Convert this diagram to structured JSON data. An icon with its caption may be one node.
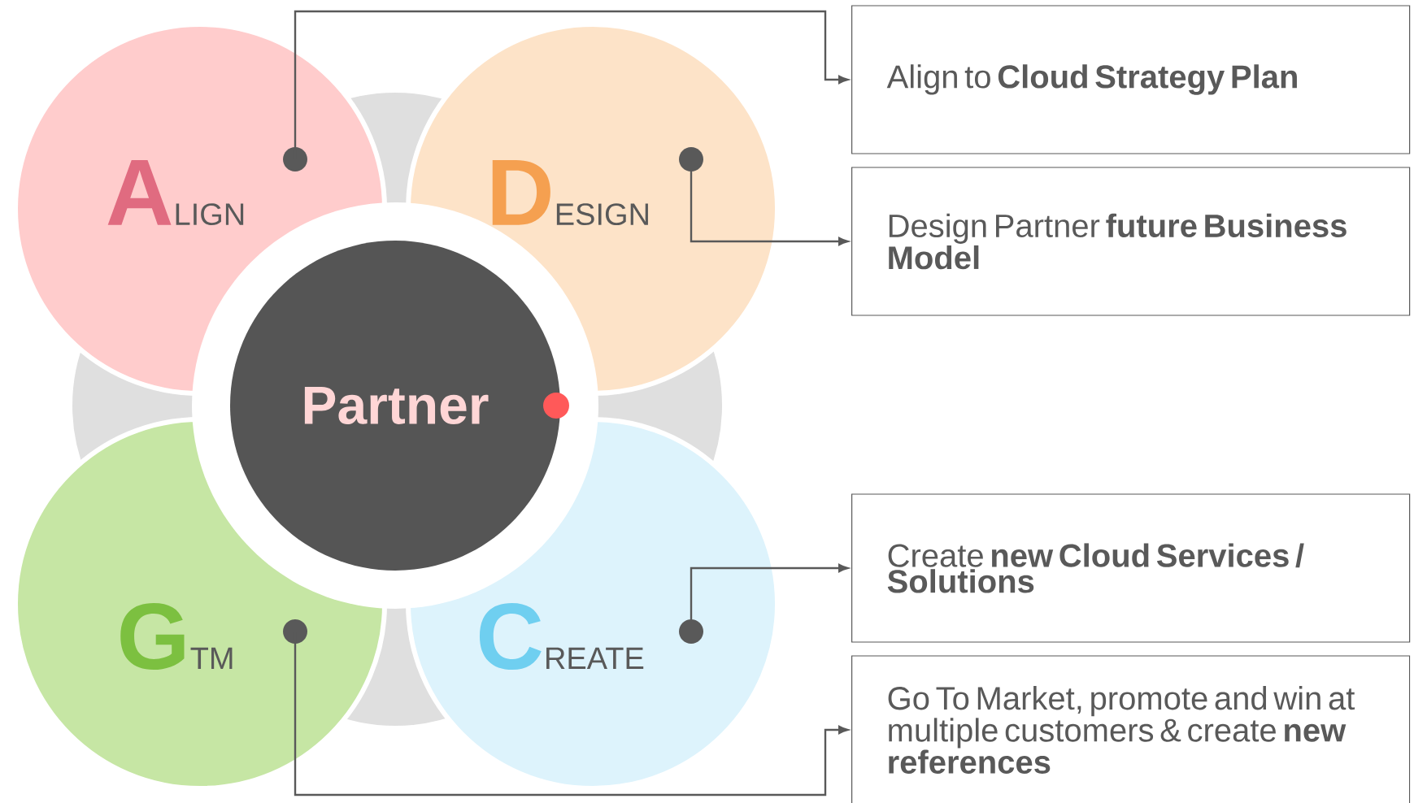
{
  "diagram": {
    "nodes": [
      {
        "text": [
          "A",
          "LIGN"
        ]
      },
      {
        "text": [
          "D",
          "ESIGN"
        ]
      },
      {
        "text": [
          "G",
          "TM"
        ]
      },
      {
        "text": [
          "C",
          "REATE"
        ]
      },
      {
        "text": [
          "Partner"
        ]
      },
      {
        "text": [
          "Align to **Cloud Strategy Plan**"
        ]
      },
      {
        "text": [
          "Design Partner **future Business Model**"
        ]
      },
      {
        "text": [
          "Create **new Cloud Services / Solutions**"
        ]
      },
      {
        "text": [
          "Go To Market, promote and win at multiple customers & create **new references**"
        ]
      }
    ],
    "edges": [
      {
        "from": 0,
        "to": 5,
        "arrow": "to"
      },
      {
        "from": 1,
        "to": 6,
        "arrow": "to"
      },
      {
        "from": 3,
        "to": 7,
        "arrow": "to"
      },
      {
        "from": 2,
        "to": 8,
        "arrow": "to"
      }
    ]
  }
}
